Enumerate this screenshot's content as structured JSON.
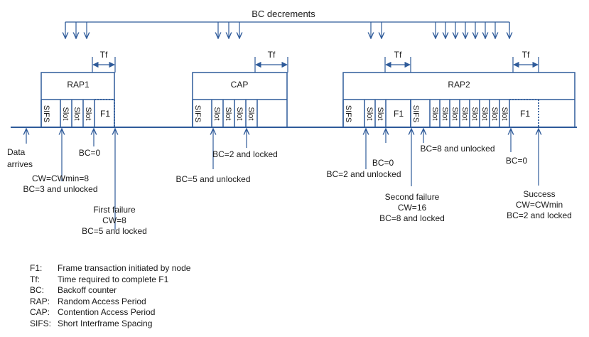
{
  "title": "BC decrements",
  "periods": {
    "rap1": "RAP1",
    "cap": "CAP",
    "rap2": "RAP2"
  },
  "tf_label": "Tf",
  "slot_label": "Slot",
  "sifs_label": "SIFS",
  "f1_label": "F1",
  "annotations": {
    "data_arrives": [
      "Data",
      "arrives"
    ],
    "cw_min8": [
      "CW=CWmin=8",
      "BC=3 and unlocked"
    ],
    "bc0_rap1": [
      "BC=0"
    ],
    "first_failure": [
      "First failure",
      "CW=8",
      "BC=5 and locked"
    ],
    "bc5_unlocked": [
      "BC=5 and unlocked"
    ],
    "bc2_locked": [
      "BC=2 and locked"
    ],
    "bc0_rap2a": [
      "BC=0"
    ],
    "bc2_unlocked": [
      "BC=2 and unlocked"
    ],
    "second_failure": [
      "Second failure",
      "CW=16",
      "BC=8 and locked"
    ],
    "bc8_unlocked": [
      "BC=8 and unlocked"
    ],
    "bc0_rap2b": [
      "BC=0"
    ],
    "success": [
      "Success",
      "CW=CWmin",
      "BC=2 and locked"
    ]
  },
  "legend": [
    {
      "abbr": "F1:",
      "text": "Frame transaction initiated by node"
    },
    {
      "abbr": "Tf:",
      "text": "Time required to complete F1"
    },
    {
      "abbr": "BC:",
      "text": "Backoff counter"
    },
    {
      "abbr": "RAP:",
      "text": "Random Access Period"
    },
    {
      "abbr": "CAP:",
      "text": "Contention Access Period"
    },
    {
      "abbr": "SIFS:",
      "text": "Short Interframe Spacing"
    }
  ],
  "colors": {
    "line": "#2f5b9a",
    "text": "#1a1a1a"
  }
}
